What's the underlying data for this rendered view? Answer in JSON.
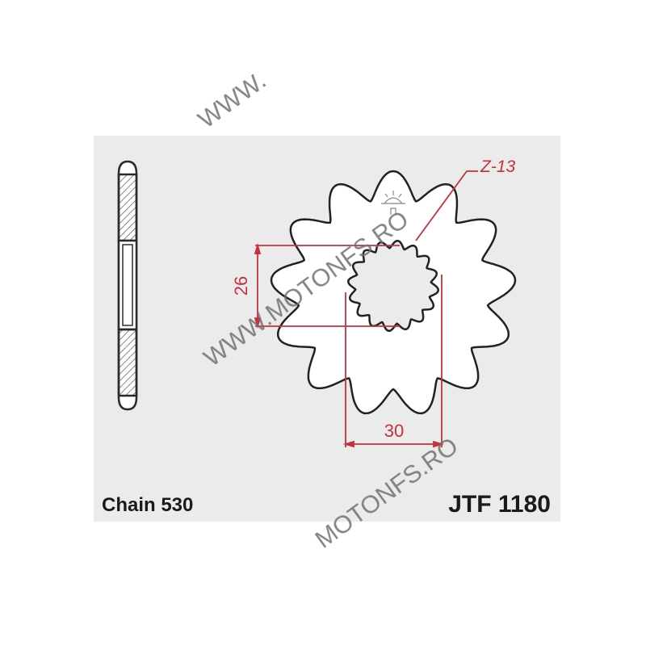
{
  "colors": {
    "panel": "#ebebeb",
    "outline": "#2a2a2a",
    "dimension": "#c7303c",
    "watermark": "#8a8a8a"
  },
  "sprocket": {
    "teeth": 13,
    "label": "Z-13"
  },
  "dimensions": {
    "inner": "26",
    "width": "30"
  },
  "footer": {
    "chain": "Chain 530",
    "part_number": "JTF 1180"
  },
  "watermark": {
    "text_main": "WWW.MOTONFS.RO",
    "text_top": "WWW.",
    "text_bottom": "MOTONFS.RO"
  }
}
